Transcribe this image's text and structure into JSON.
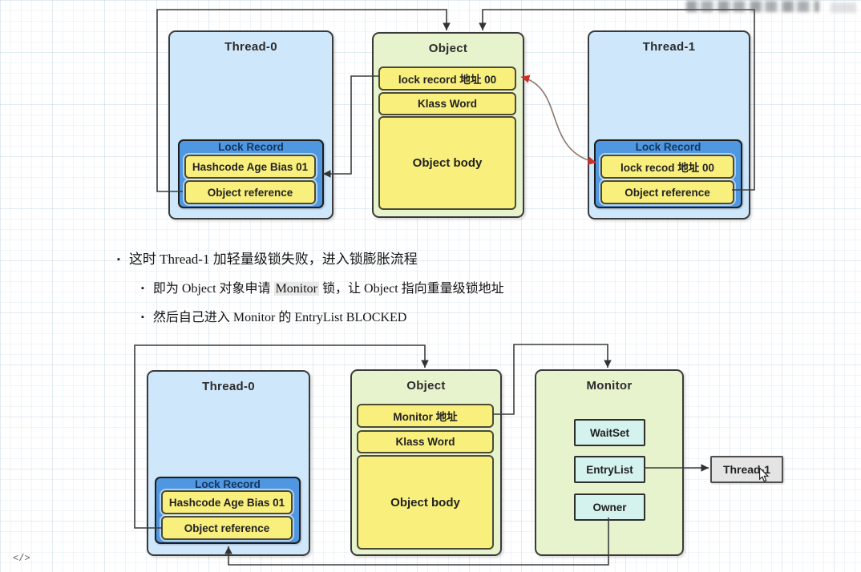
{
  "colors": {
    "thread_fill": "#cfe7fa",
    "object_fill": "#e7f3cd",
    "lock_record_fill": "#4f97e0",
    "row_yellow": "#f9ef7d",
    "slot_cyan": "#d4f3ef",
    "thread_tag_fill": "#e4e4e4",
    "connector": "#3d3d3d",
    "red_arrow_head": "#d22f25",
    "red_arrow_line": "#8d7468"
  },
  "top_diagram": {
    "thread0": {
      "title": "Thread-0",
      "lock_record": {
        "title": "Lock Record",
        "rows": [
          "Hashcode Age Bias 01",
          "Object reference"
        ]
      }
    },
    "object": {
      "title": "Object",
      "header_row": "lock record 地址 00",
      "klass_row": "Klass Word",
      "body": "Object body"
    },
    "thread1": {
      "title": "Thread-1",
      "lock_record": {
        "title": "Lock Record",
        "rows": [
          "lock recod 地址 00",
          "Object reference"
        ]
      }
    }
  },
  "notes": [
    {
      "text": "这时 Thread-1 加轻量级锁失败，进入锁膨胀流程"
    },
    {
      "pre": "即为 Object 对象申请 ",
      "highlight": "Monitor",
      "post": " 锁，让 Object 指向重量级锁地址"
    },
    {
      "text": "然后自己进入 Monitor 的 EntryList BLOCKED"
    }
  ],
  "bottom_diagram": {
    "thread0": {
      "title": "Thread-0",
      "lock_record": {
        "title": "Lock Record",
        "rows": [
          "Hashcode Age Bias 01",
          "Object reference"
        ]
      }
    },
    "object": {
      "title": "Object",
      "header_row": "Monitor 地址",
      "klass_row": "Klass Word",
      "body": "Object body"
    },
    "monitor": {
      "title": "Monitor",
      "slots": [
        "WaitSet",
        "EntryList",
        "Owner"
      ]
    },
    "thread1_tag": "Thread-1"
  },
  "footer": {
    "code_icon": "</>"
  }
}
